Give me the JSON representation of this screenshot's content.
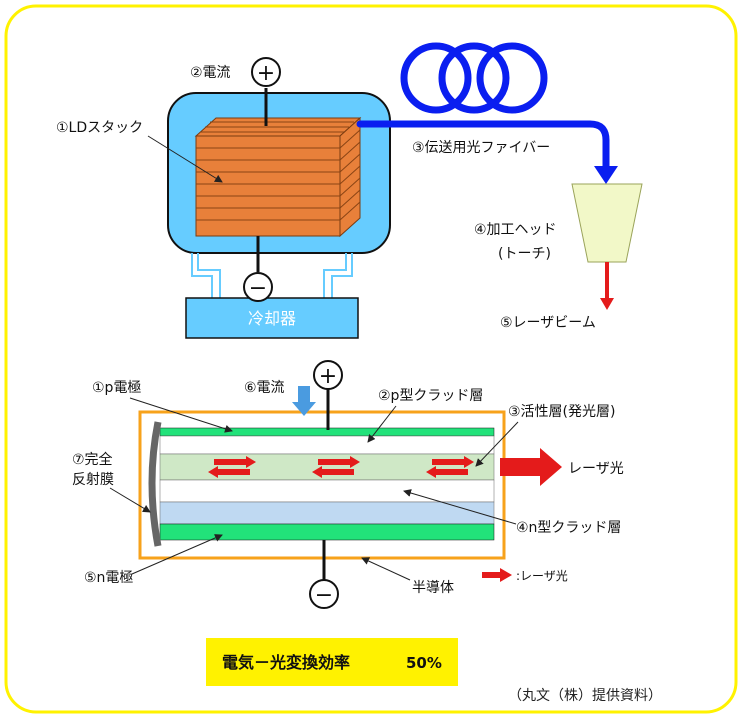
{
  "colors": {
    "frame_border": "#FFF200",
    "housing_fill": "#66CCFF",
    "stack_fill": "#E8803A",
    "fiber": "#0A1EF0",
    "head_fill": "#F2F8C8",
    "beam_red": "#E41B1B",
    "semiconductor_border": "#F7A21B",
    "electrode_green": "#22E27A",
    "active_layer": "#CFE8C6",
    "n_clad": "#BFD9F2",
    "current_arrow": "#4A9BE0",
    "banner_bg": "#FFF200"
  },
  "top": {
    "ld_stack": "①LDスタック",
    "current": "②電流",
    "plus": "+",
    "minus": "−",
    "cooler": "冷却器",
    "fiber": "③伝送用光ファイバー",
    "head_line1": "④加工ヘッド",
    "head_line2": "(トーチ)",
    "laser_beam": "⑤レーザビーム"
  },
  "bottom": {
    "p_electrode": "①p電極",
    "current": "⑥電流",
    "plus": "+",
    "minus": "−",
    "p_clad": "②p型クラッド層",
    "active": "③活性層(発光層)",
    "reflector_line1": "⑦完全",
    "reflector_line2": "反射膜",
    "laser_light": "レーザ光",
    "n_clad": "④n型クラッド層",
    "n_electrode": "⑤n電極",
    "semiconductor": "半導体",
    "legend": ":レーザ光"
  },
  "banner": {
    "title": "電気－光変換効率",
    "value": "50%"
  },
  "credit": "（丸文（株）提供資料）"
}
